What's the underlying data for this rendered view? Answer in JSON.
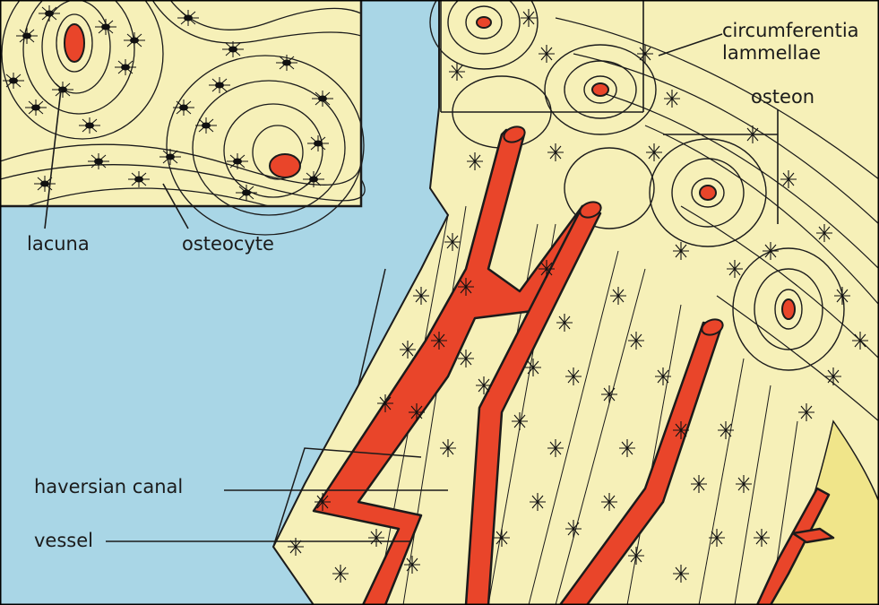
{
  "labels": {
    "circumferential_line1": "circumferentia",
    "circumferential_line2": "lammellae",
    "osteon": "osteon",
    "lacuna": "lacuna",
    "osteocyte": "osteocyte",
    "haversian_canal": "haversian canal",
    "vessel": "vessel"
  },
  "colors": {
    "background": "#a9d6e6",
    "bone": "#f6f0b8",
    "bone_shadow": "#f0e58a",
    "vessel": "#e9452a",
    "outline": "#1b1b1b",
    "frame": "#000000"
  }
}
